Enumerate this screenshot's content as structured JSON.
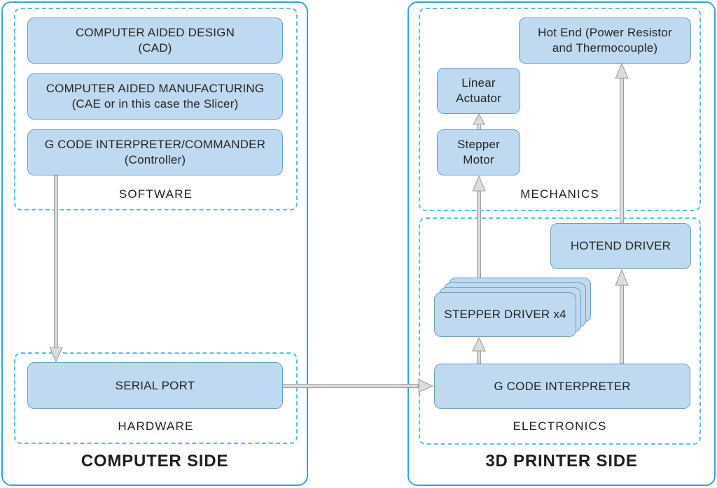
{
  "colors": {
    "panel_border": "#2da7dc",
    "section_dashed_border": "#56bfe8",
    "node_fill": "#bed9f0",
    "node_border": "#6fa0c4",
    "arrow_fill": "#dcdcdc",
    "arrow_stroke": "#9b9b9b",
    "text": "#262626"
  },
  "computer_side": {
    "title": "COMPUTER SIDE",
    "software": {
      "label": "SOFTWARE",
      "cad": {
        "line1": "COMPUTER AIDED DESIGN",
        "line2": "(CAD)"
      },
      "cam": {
        "line1": "COMPUTER AIDED MANUFACTURING",
        "line2": "(CAE or in this case the Slicer)"
      },
      "gcode_commander": {
        "line1": "G CODE INTERPRETER/COMMANDER",
        "line2": "(Controller)"
      }
    },
    "hardware": {
      "label": "HARDWARE",
      "serial_port": {
        "line1": "SERIAL PORT"
      }
    }
  },
  "printer_side": {
    "title": "3D PRINTER SIDE",
    "mechanics": {
      "label": "MECHANICS",
      "hot_end": {
        "line1": "Hot End (Power Resistor",
        "line2": "and Thermocouple)"
      },
      "linear_actuator": {
        "line1": "Linear",
        "line2": "Actuator"
      },
      "stepper_motor": {
        "line1": "Stepper",
        "line2": "Motor"
      }
    },
    "electronics": {
      "label": "ELECTRONICS",
      "hotend_driver": {
        "line1": "HOTEND DRIVER"
      },
      "stepper_driver": {
        "line1": "STEPPER DRIVER x4"
      },
      "gcode_interpreter": {
        "line1": "G CODE INTERPRETER"
      }
    }
  }
}
